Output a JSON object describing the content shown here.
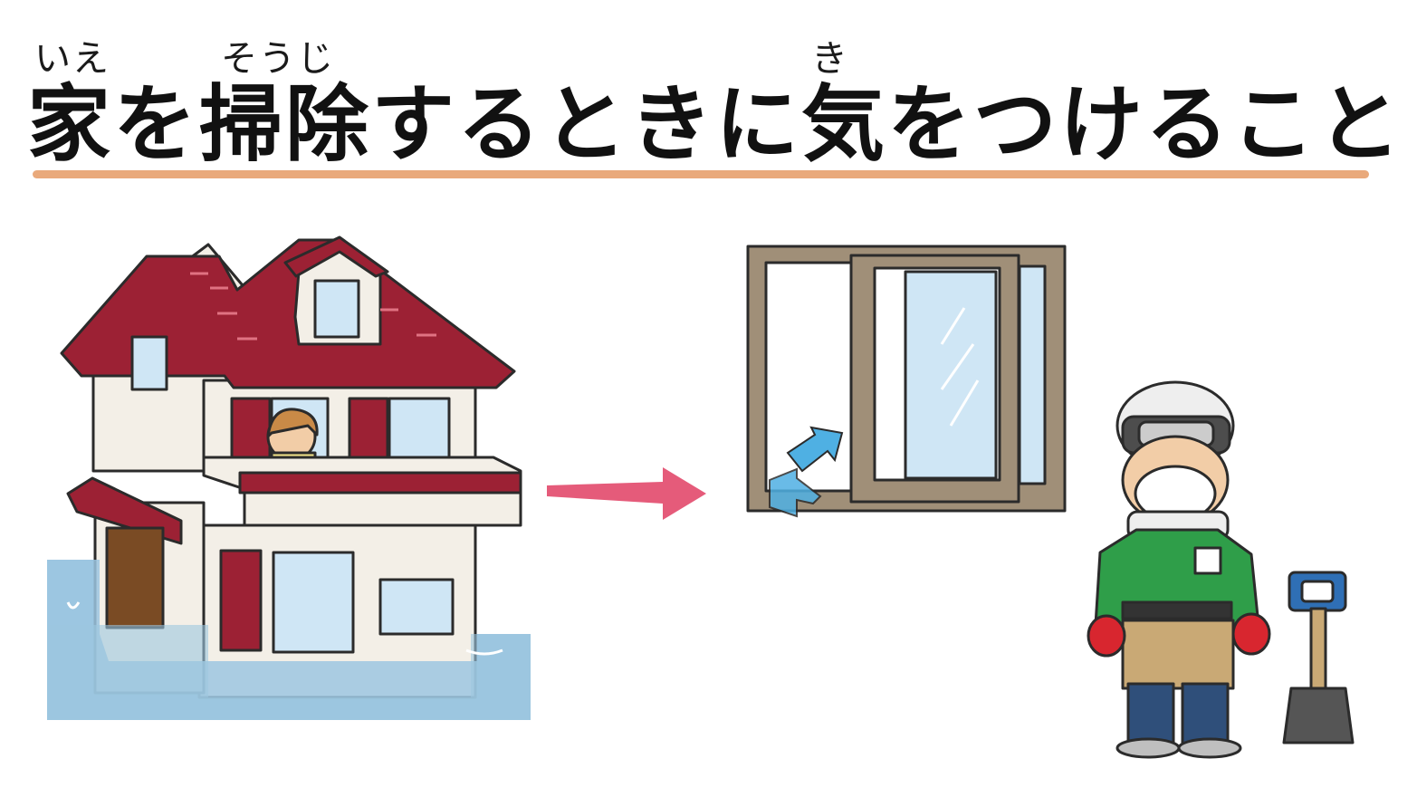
{
  "title": {
    "text": "家を掃除するときに気をつけること",
    "furigana": {
      "ie": "いえ",
      "souji": "そうじ",
      "ki": "き"
    }
  },
  "colors": {
    "underline": "#e9a97b",
    "roof": "#9c2134",
    "water": "#9cc6e0",
    "arrow": "#e55b7a",
    "window_frame": "#a08f78",
    "airflow_arrow": "#4fb0e3",
    "jacket": "#2f9e49",
    "gloves": "#d8262f"
  },
  "icons": {
    "house": "flooded-house-icon",
    "person": "person-in-window-icon",
    "arrow": "arrow-right-icon",
    "window": "open-window-icon",
    "airflow": "airflow-arrows-icon",
    "worker": "cleanup-worker-icon",
    "shovel": "shovel-icon"
  }
}
